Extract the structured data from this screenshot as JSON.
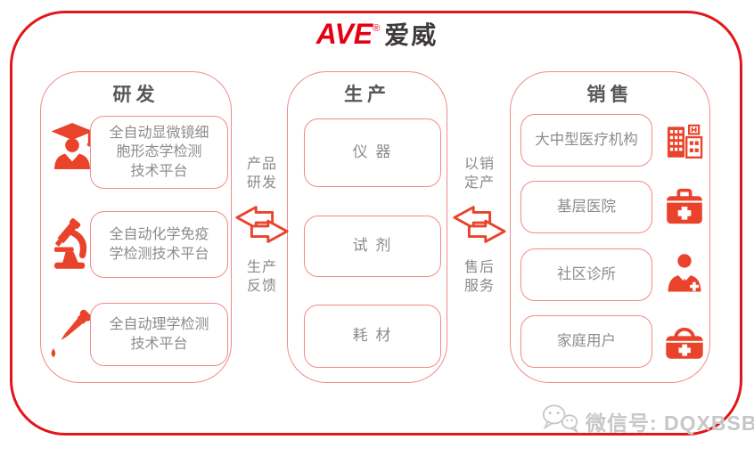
{
  "logo": {
    "brand": "AVE",
    "registered": "®",
    "brand_cn": "爱威"
  },
  "colors": {
    "outer_border_red": "#e2151b",
    "brand_red": "#e60012",
    "icon_red": "#e9432b",
    "panel_border_pink": "#f18a8a",
    "heading_gray": "#595757",
    "body_text_gray": "#8c8c8c",
    "watermark_gray": "#c7c7c7"
  },
  "panels": {
    "rd": {
      "title": "研发",
      "items": [
        {
          "icon": "graduate-icon",
          "text": "全自动显微镜细\n胞形态学检测\n技术平台"
        },
        {
          "icon": "microscope-icon",
          "text": "全自动化学免疫\n学检测技术平台"
        },
        {
          "icon": "dropper-icon",
          "text": "全自动理学检测\n技术平台"
        }
      ]
    },
    "production": {
      "title": "生产",
      "items": [
        {
          "text": "仪 器"
        },
        {
          "text": "试 剂"
        },
        {
          "text": "耗 材"
        }
      ]
    },
    "sales": {
      "title": "销售",
      "items": [
        {
          "text": "大中型医疗机构",
          "icon": "hospital-building-icon"
        },
        {
          "text": "基层医院",
          "icon": "first-aid-kit-icon"
        },
        {
          "text": "社区诊所",
          "icon": "doctor-icon"
        },
        {
          "text": "家庭用户",
          "icon": "medical-bag-icon"
        }
      ]
    }
  },
  "flows": {
    "rd_production": {
      "top_label": "产品\n研发",
      "bottom_label": "生产\n反馈"
    },
    "production_sales": {
      "top_label": "以销\n定产",
      "bottom_label": "售后\n服务"
    }
  },
  "watermark": {
    "icon": "wechat-icon",
    "text": "微信号: DQXBSB"
  }
}
